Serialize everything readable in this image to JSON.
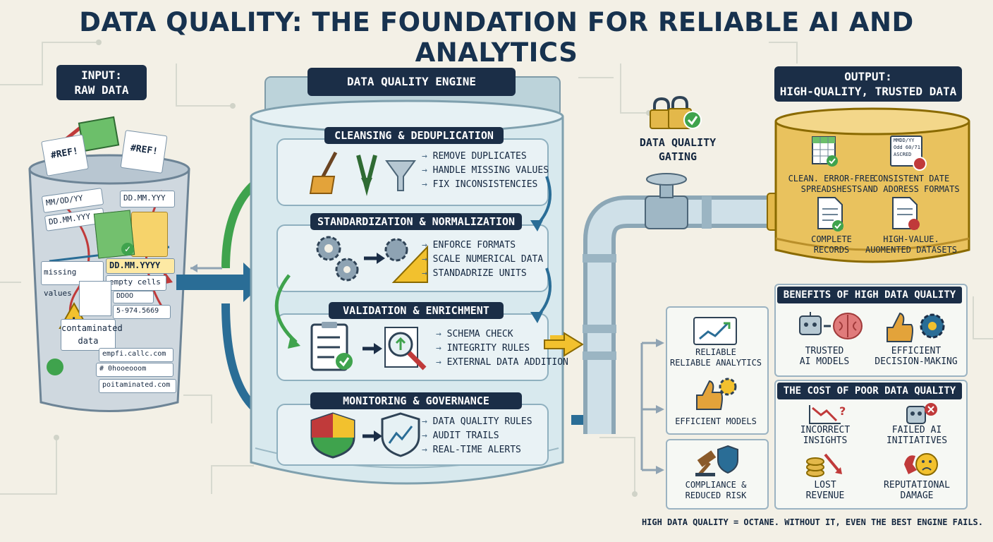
{
  "title": "DATA QUALITY: THE FOUNDATION FOR RELIABLE AI AND ANALYTICS",
  "input": {
    "tag_line1": "INPUT:",
    "tag_line2": "RAW DATA",
    "items": {
      "ref1": "#REF!",
      "ref2": "#REF!",
      "date1": "MM/OD/YY",
      "date2": "DD.MM.YYY",
      "date3": "DD.MM.YYY",
      "date4": "DD.MM.YYYY",
      "missing": "missing values",
      "empty": "empty cells",
      "num1": "5-974.5669",
      "num2": "DDOO",
      "contaminated": "contaminated data",
      "email1": "empfi.callc.com",
      "email2": "# 0hooeooom",
      "email3": "poitaminated.com"
    }
  },
  "engine": {
    "title": "DATA QUALITY ENGINE",
    "sections": [
      {
        "title": "CLEANSING & DEDUPLICATION",
        "items": [
          "REMOVE DUPLICATES",
          "HANDLE MISSING VALUES",
          "FIX INCONSISTENCIES"
        ]
      },
      {
        "title": "STANDARDIZATION & NORMALIZATION",
        "items": [
          "ENFORCE FORMATS",
          "SCALE NUMERICAL DATA",
          "STANDADRIZE UNITS"
        ]
      },
      {
        "title": "VALIDATION & ENRICHMENT",
        "items": [
          "SCHEMA CHECK",
          "INTEGRITY RULES",
          "EXTERNAL DATA ADDITION"
        ]
      },
      {
        "title": "MONITORING & GOVERNANCE",
        "items": [
          "DATA QUALITY RULES",
          "AUDIT TRAILS",
          "REAL-TIME ALERTS"
        ]
      }
    ]
  },
  "gating": {
    "line1": "DATA QUALITY",
    "line2": "GATING"
  },
  "output": {
    "tag_line1": "OUTPUT:",
    "tag_line2": "HIGH-QUALITY, TRUSTED DATA",
    "items": [
      {
        "line1": "CLEAN. ERROR-FREE",
        "line2": "SPREADSHESTS"
      },
      {
        "line1": "CONSISTENT DATE",
        "line2": "AND ADORESS FORMATS"
      },
      {
        "line1": "COMPLETE",
        "line2": "RECORDS"
      },
      {
        "line1": "HIGH-VALUE.",
        "line2": "AUOMENTED DATASETS"
      }
    ],
    "cal_text": [
      "MMDD/YY",
      "Odd 60/71",
      "ASCRED"
    ]
  },
  "middle_results": {
    "analytics": {
      "line1": "RELIABLE",
      "line2": "RELIABLE ANALYTICS"
    },
    "models": "EFFICIENT MODELS",
    "compliance": {
      "line1": "COMPLIANCE &",
      "line2": "REDUCED RISK"
    }
  },
  "benefits": {
    "title": "BENEFITS OF HIGH DATA QUALITY",
    "items": [
      {
        "line1": "TRUSTED",
        "line2": "AI MODELS"
      },
      {
        "line1": "EFFICIENT",
        "line2": "DECISION-MAKING"
      }
    ]
  },
  "cost": {
    "title": "THE COST OF POOR DATA QUALITY",
    "items": [
      {
        "line1": "INCORRECT",
        "line2": "INSIGHTS"
      },
      {
        "line1": "FAILED AI",
        "line2": "INITIATIVES"
      },
      {
        "line1": "LOST",
        "line2": "REVENUE"
      },
      {
        "line1": "REPUTATIONAL",
        "line2": "DAMAGE"
      }
    ]
  },
  "footer": "HIGH DATA QUALITY = OCTANE. WITHOUT IT, EVEN THE BEST ENGINE FAILS.",
  "colors": {
    "navy": "#1b2e47",
    "green": "#3fa34d",
    "blue": "#2a6d96",
    "gold": "#e3b84a",
    "yellow": "#f2c12e"
  }
}
